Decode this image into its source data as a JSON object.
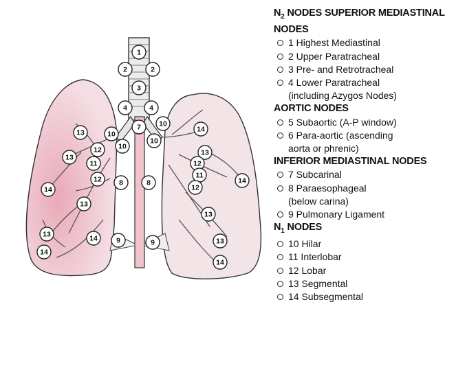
{
  "diagram": {
    "nodes": [
      {
        "label": "1"
      },
      {
        "label": "2"
      },
      {
        "label": "2"
      },
      {
        "label": "3"
      },
      {
        "label": "4"
      },
      {
        "label": "4"
      },
      {
        "label": "7"
      },
      {
        "label": "10"
      },
      {
        "label": "10"
      },
      {
        "label": "10"
      },
      {
        "label": "10"
      },
      {
        "label": "13"
      },
      {
        "label": "12"
      },
      {
        "label": "13"
      },
      {
        "label": "11"
      },
      {
        "label": "12"
      },
      {
        "label": "14"
      },
      {
        "label": "13"
      },
      {
        "label": "13"
      },
      {
        "label": "14"
      },
      {
        "label": "14"
      },
      {
        "label": "8"
      },
      {
        "label": "8"
      },
      {
        "label": "9"
      },
      {
        "label": "9"
      },
      {
        "label": "14"
      },
      {
        "label": "13"
      },
      {
        "label": "12"
      },
      {
        "label": "11"
      },
      {
        "label": "12"
      },
      {
        "label": "14"
      },
      {
        "label": "13"
      },
      {
        "label": "13"
      },
      {
        "label": "14"
      }
    ]
  },
  "legend": {
    "sections": [
      {
        "title_prefix": "N",
        "title_sub": "2",
        "title_rest": " NODES SUPERIOR MEDIASTINAL NODES",
        "items": [
          "1 Highest Mediastinal",
          "2 Upper Paratracheal",
          "3 Pre- and Retrotracheal",
          "4 Lower Paratracheal\n(including Azygos Nodes)"
        ]
      },
      {
        "title_prefix": "AORTIC NODES",
        "title_sub": "",
        "title_rest": "",
        "items": [
          "5 Subaortic (A-P window)",
          "6 Para-aortic (ascending\naorta or phrenic)"
        ]
      },
      {
        "title_prefix": "INFERIOR MEDIASTINAL NODES",
        "title_sub": "",
        "title_rest": "",
        "items": [
          "7 Subcarinal",
          "8 Paraesophageal\n(below carina)",
          "9 Pulmonary Ligament"
        ]
      },
      {
        "title_prefix": "N",
        "title_sub": "1",
        "title_rest": " NODES",
        "items": [
          "10 Hilar",
          "11 Interlobar",
          "12 Lobar",
          "13 Segmental",
          "14 Subsegmental"
        ]
      }
    ]
  }
}
